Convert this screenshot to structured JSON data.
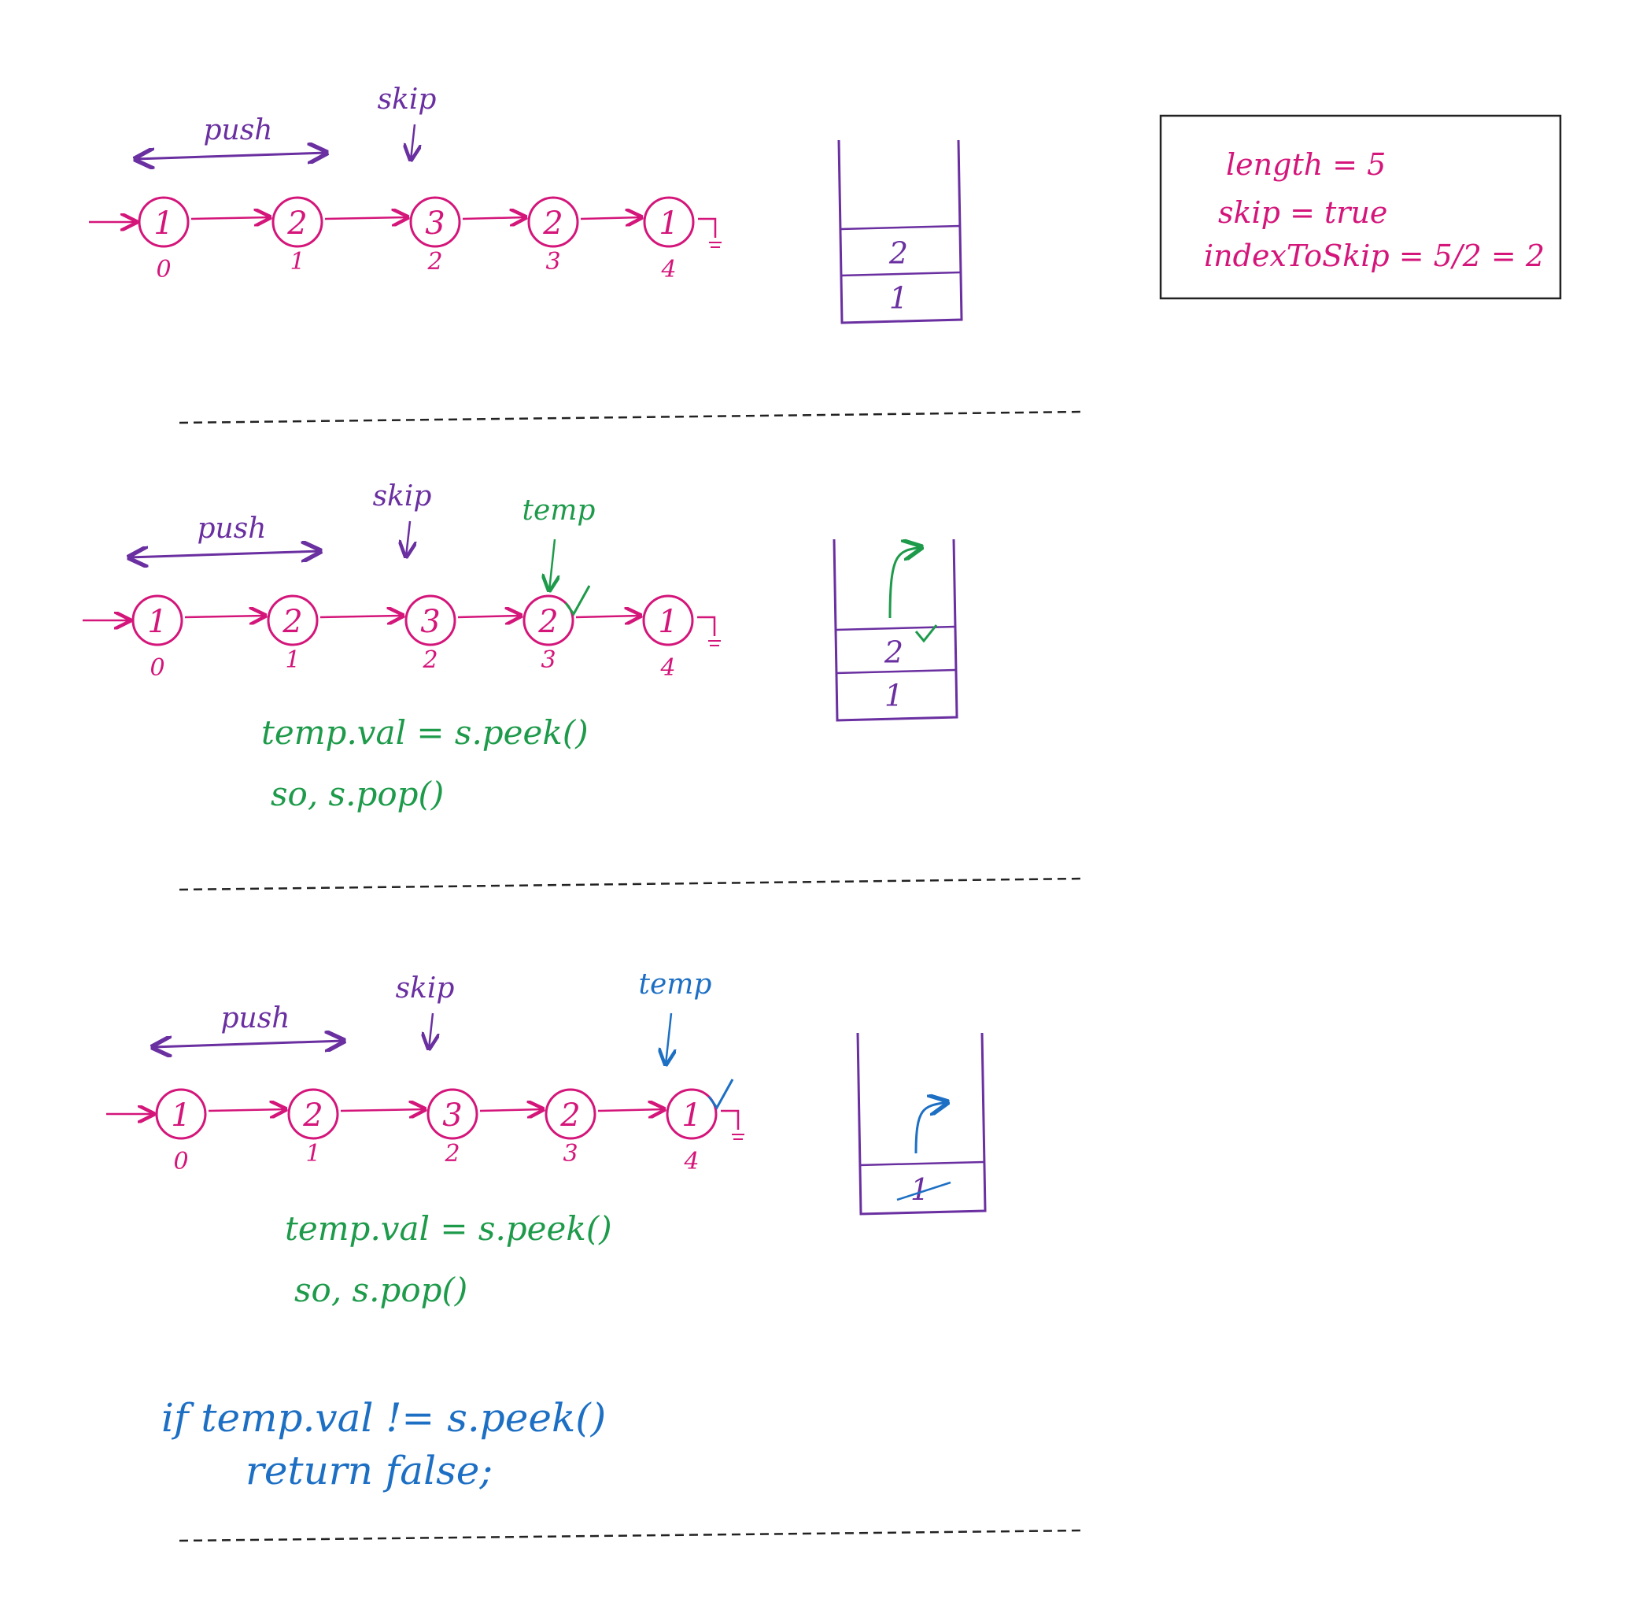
{
  "colors": {
    "magenta": "#d4157a",
    "purple": "#6a2fa0",
    "green": "#1d9a4a",
    "blue": "#1d6fc4",
    "black": "#222222"
  },
  "info_box": {
    "length": "length = 5",
    "skip": "skip = true",
    "index": "indexToSkip = 5/2 = 2"
  },
  "panels": [
    {
      "push_label": "push",
      "skip_label": "skip",
      "temp_label": "",
      "nodes": [
        {
          "val": "1",
          "index": "0"
        },
        {
          "val": "2",
          "index": "1"
        },
        {
          "val": "3",
          "index": "2"
        },
        {
          "val": "2",
          "index": "3"
        },
        {
          "val": "1",
          "index": "4"
        }
      ],
      "stack": [
        "2",
        "1"
      ],
      "code": []
    },
    {
      "push_label": "push",
      "skip_label": "skip",
      "temp_label": "temp",
      "nodes": [
        {
          "val": "1",
          "index": "0"
        },
        {
          "val": "2",
          "index": "1"
        },
        {
          "val": "3",
          "index": "2"
        },
        {
          "val": "2",
          "index": "3"
        },
        {
          "val": "1",
          "index": "4"
        }
      ],
      "stack": [
        "2",
        "1"
      ],
      "code": [
        "temp.val =   s.peek()",
        "so, s.pop()"
      ]
    },
    {
      "push_label": "push",
      "skip_label": "skip",
      "temp_label": "temp",
      "nodes": [
        {
          "val": "1",
          "index": "0"
        },
        {
          "val": "2",
          "index": "1"
        },
        {
          "val": "3",
          "index": "2"
        },
        {
          "val": "2",
          "index": "3"
        },
        {
          "val": "1",
          "index": "4"
        }
      ],
      "stack": [
        "1"
      ],
      "code": [
        "temp.val =   s.peek()",
        "so, s.pop()"
      ]
    }
  ],
  "final_code": [
    "if  temp.val != s.peek()",
    "return false;"
  ]
}
